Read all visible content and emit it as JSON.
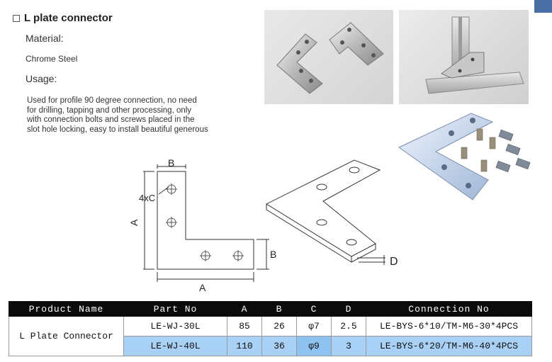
{
  "header": {
    "title": "L plate connector"
  },
  "material": {
    "label": "Material:",
    "value": "Chrome Steel"
  },
  "usage": {
    "label": "Usage:",
    "lines": [
      "Used for profile 90 degree connection, no need",
      "for drilling, tapping and other processing, only",
      "with connection bolts and screws placed in the",
      "slot hole locking, easy to install beautiful generous"
    ]
  },
  "drawing": {
    "label_b_top": "B",
    "label_c": "4xC",
    "label_a_left": "A",
    "label_b_right": "B",
    "label_a_bottom": "A",
    "label_d": "D"
  },
  "table": {
    "headers": [
      "Product Name",
      "Part No",
      "A",
      "B",
      "C",
      "D",
      "Connection No"
    ],
    "product_name": "L Plate Connector",
    "rows": [
      {
        "part_no": "LE-WJ-30L",
        "a": "85",
        "b": "26",
        "c": "φ7",
        "d": "2.5",
        "connection_no": "LE-BYS-6*10/TM-M6-30*4PCS"
      },
      {
        "part_no": "LE-WJ-40L",
        "a": "110",
        "b": "36",
        "c": "φ9",
        "d": "3",
        "connection_no": "LE-BYS-6*20/TM-M6-40*4PCS"
      }
    ]
  },
  "colors": {
    "header_bg": "#0b0b0b",
    "highlight_row": "#a9d0f5",
    "corner_tab": "#4a6fa5"
  }
}
